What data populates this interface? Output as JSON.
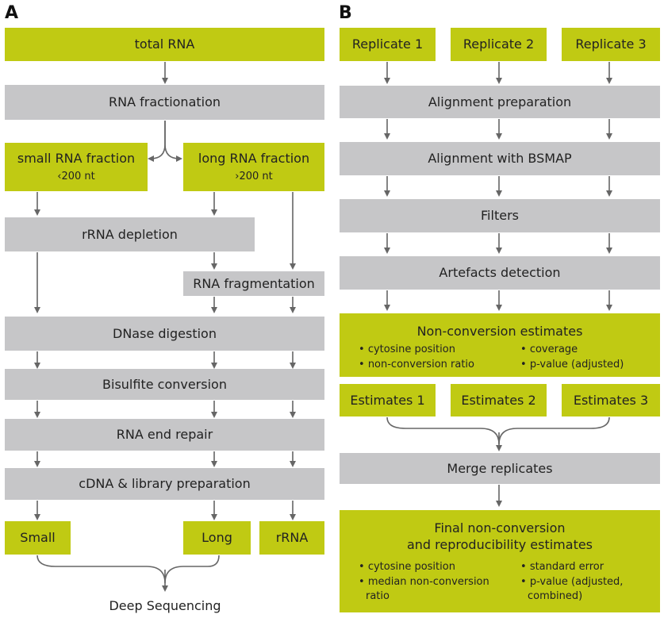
{
  "panel_a": {
    "label": "A",
    "total_rna": "total RNA",
    "rna_fractionation": "RNA fractionation",
    "small_fraction": {
      "title": "small RNA fraction",
      "sub": "‹200 nt"
    },
    "long_fraction": {
      "title": "long RNA fraction",
      "sub": "›200 nt"
    },
    "rrna_depletion": "rRNA depletion",
    "rna_fragmentation": "RNA fragmentation",
    "dnase_digestion": "DNase digestion",
    "bisulfite_conversion": "Bisulfite conversion",
    "rna_end_repair": "RNA end repair",
    "cdna_library": "cDNA & library preparation",
    "out_small": "Small",
    "out_long": "Long",
    "out_rrna": "rRNA",
    "deep_sequencing": "Deep Sequencing"
  },
  "panel_b": {
    "label": "B",
    "replicates": [
      "Replicate 1",
      "Replicate 2",
      "Replicate 3"
    ],
    "alignment_prep": "Alignment preparation",
    "alignment_bsmap": "Alignment with BSMAP",
    "filters": "Filters",
    "artefacts": "Artefacts detection",
    "nonconv": {
      "title": "Non-conversion estimates",
      "bullets": [
        "cytosine position",
        "non-conversion ratio",
        "coverage",
        "p-value (adjusted)"
      ]
    },
    "estimates": [
      "Estimates 1",
      "Estimates 2",
      "Estimates 3"
    ],
    "merge": "Merge replicates",
    "final": {
      "title1": "Final non-conversion",
      "title2": "and reproducibility estimates",
      "bullets": [
        "cytosine position",
        "median non-conversion",
        "ratio",
        "standard error",
        "p-value (adjusted,",
        "combined)"
      ]
    }
  },
  "colors": {
    "green": "#c0ca13",
    "gray": "#c6c6c8",
    "arrow": "#666666"
  }
}
